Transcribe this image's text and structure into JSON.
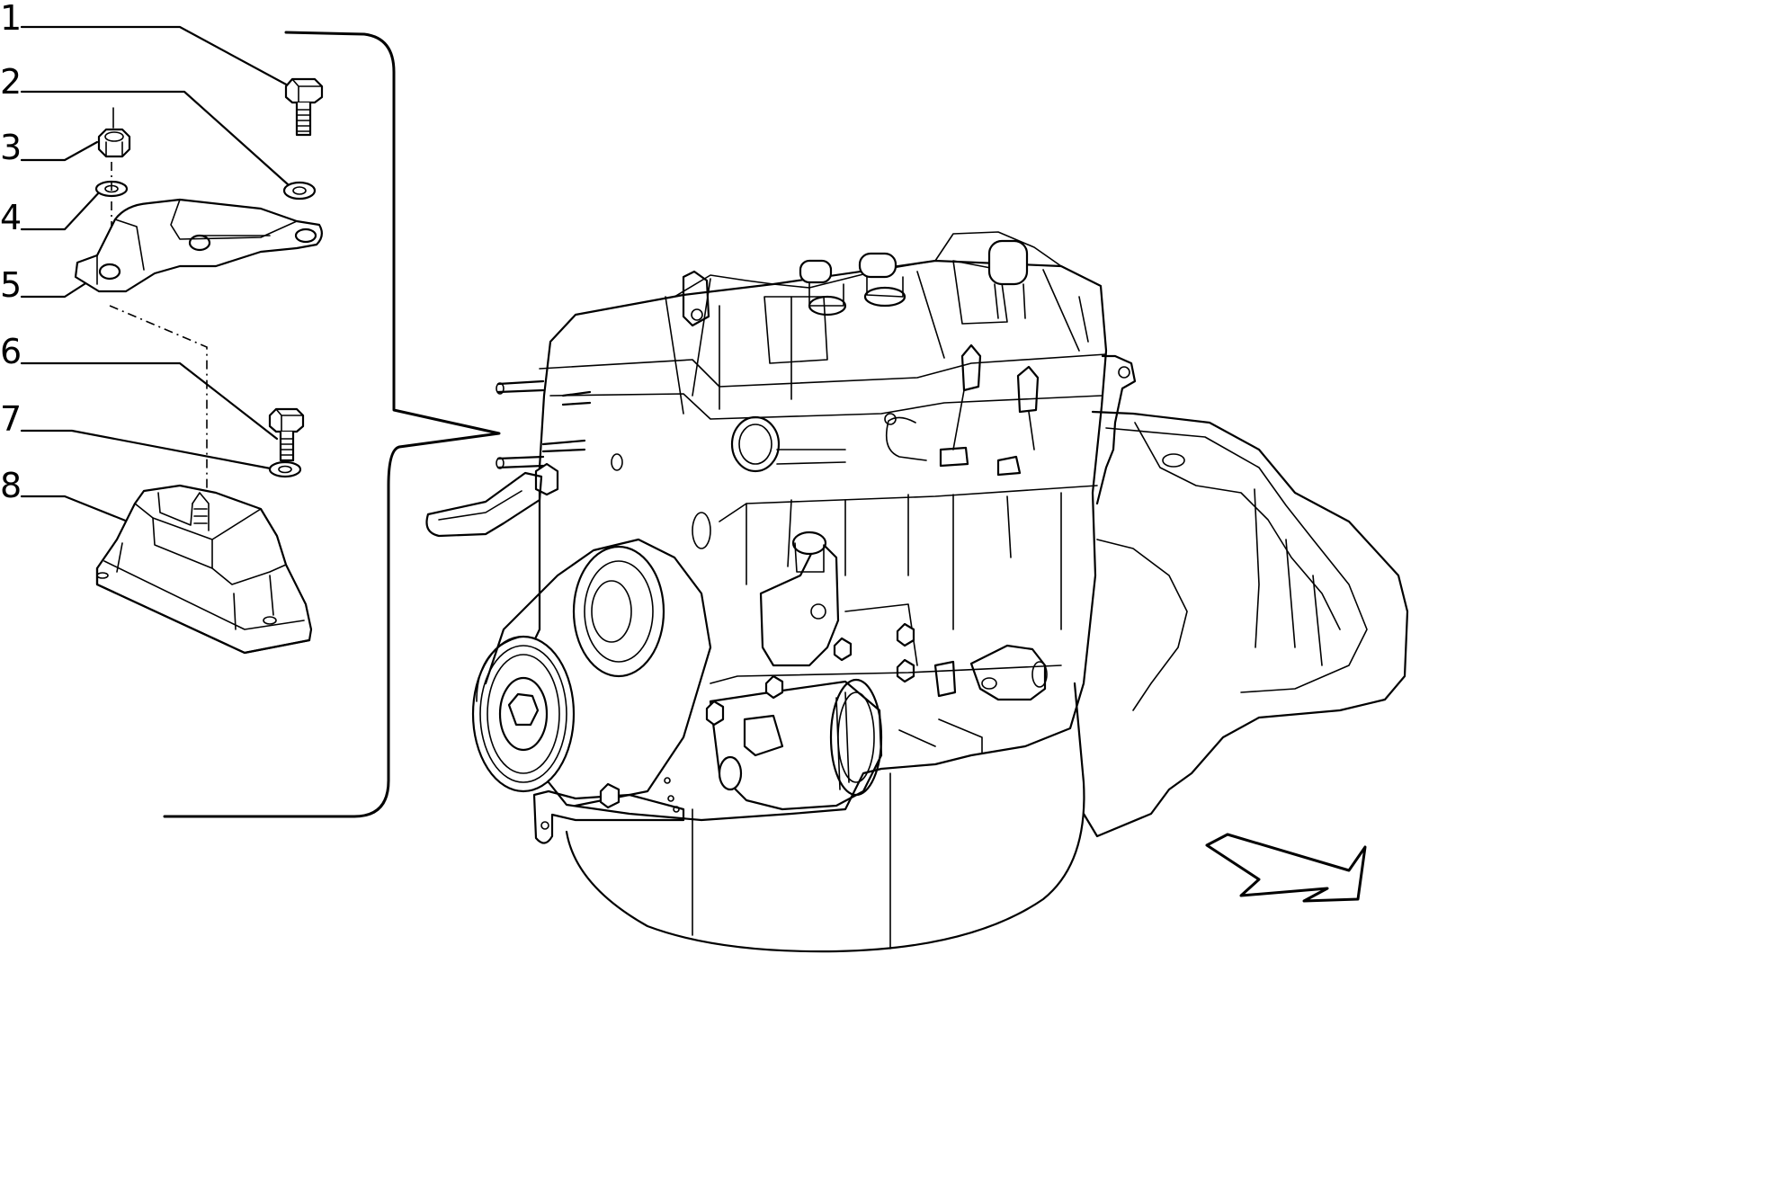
{
  "callouts": [
    {
      "number": "1",
      "part": "bolt"
    },
    {
      "number": "2",
      "part": "washer"
    },
    {
      "number": "3",
      "part": "nut"
    },
    {
      "number": "4",
      "part": "washer"
    },
    {
      "number": "5",
      "part": "mounting-bracket"
    },
    {
      "number": "6",
      "part": "bolt"
    },
    {
      "number": "7",
      "part": "washer"
    },
    {
      "number": "8",
      "part": "engine-mount"
    }
  ],
  "icons": {
    "direction_arrow": "arrow-right-down-icon"
  },
  "colors": {
    "line": "#000000",
    "background": "#ffffff"
  }
}
